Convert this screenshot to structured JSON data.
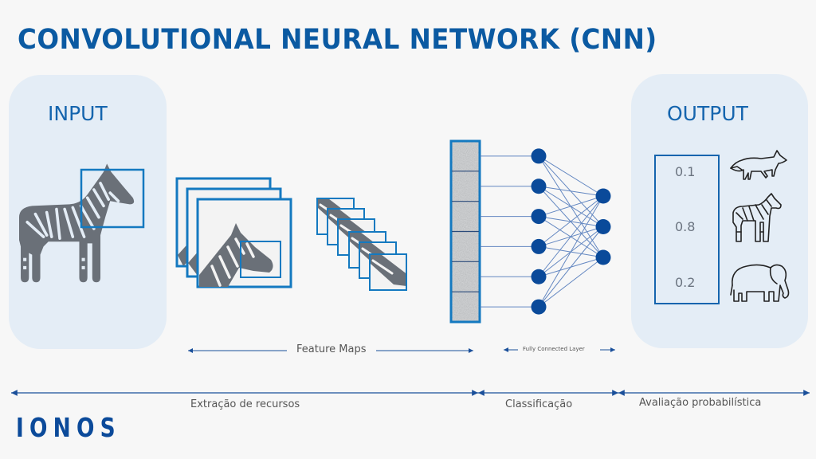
{
  "title": "CONVOLUTIONAL NEURAL NETWORK (CNN)",
  "input_panel": {
    "title": "INPUT",
    "icon": "zebra-icon"
  },
  "output_panel": {
    "title": "OUTPUT",
    "predictions": [
      {
        "value": "0.1",
        "icon": "fox-icon"
      },
      {
        "value": "0.8",
        "icon": "zebra-icon"
      },
      {
        "value": "0.2",
        "icon": "elephant-icon"
      }
    ]
  },
  "network": {
    "flattened_cells": 6,
    "hidden_nodes": 6,
    "output_nodes": 3
  },
  "labels": {
    "feature_maps": "Feature Maps",
    "fully_connected": "Fully Connected Layer"
  },
  "stages": [
    {
      "label": "Extração de recursos"
    },
    {
      "label": "Classificação"
    },
    {
      "label": "Avaliação probabilística"
    }
  ],
  "colors": {
    "brand": "#0b5aa2",
    "node": "#0a4a9a",
    "panel": "#e4edf6",
    "animal": "#6a7078"
  },
  "logo": "IONOS"
}
